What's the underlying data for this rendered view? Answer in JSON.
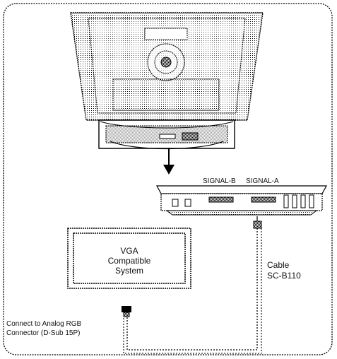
{
  "labels": {
    "signal_b": "SIGNAL-B",
    "signal_a": "SIGNAL-A",
    "vga_line1": "VGA",
    "vga_line2": "Compatible",
    "vga_line3": "System",
    "cable_line1": "Cable",
    "cable_line2": "SC-B110",
    "connect_line1": "Connect to Analog RGB",
    "connect_line2": "Connector (D-Sub 15P)"
  }
}
